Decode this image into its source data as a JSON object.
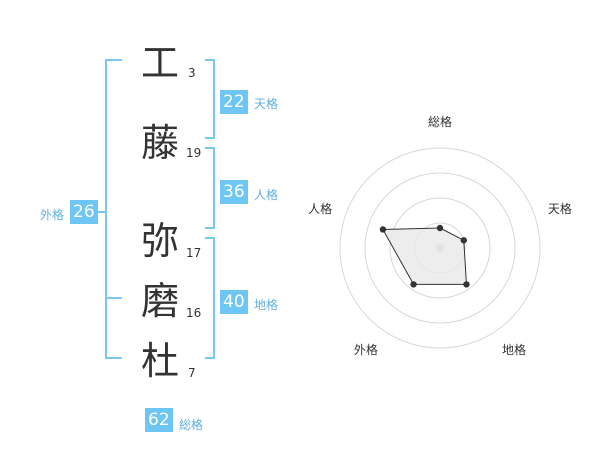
{
  "name": {
    "chars": [
      {
        "char": "工",
        "strokes": "3"
      },
      {
        "char": "藤",
        "strokes": "19"
      },
      {
        "char": "弥",
        "strokes": "17"
      },
      {
        "char": "磨",
        "strokes": "16"
      },
      {
        "char": "杜",
        "strokes": "7"
      }
    ]
  },
  "fortunes": {
    "tenkaku": {
      "value": "22",
      "label": "天格"
    },
    "jinkaku": {
      "value": "36",
      "label": "人格"
    },
    "chikaku": {
      "value": "40",
      "label": "地格"
    },
    "gaikaku": {
      "value": "26",
      "label": "外格"
    },
    "soukaku": {
      "value": "62",
      "label": "総格"
    }
  },
  "chart_data": {
    "type": "radar",
    "axes": [
      "総格",
      "天格",
      "地格",
      "外格",
      "人格"
    ],
    "values": [
      0.2,
      0.25,
      0.45,
      0.45,
      0.6
    ],
    "range": [
      0,
      1
    ],
    "rings": 4,
    "colors": {
      "ring": "#d8d8d8",
      "fill": "#e9e9e9",
      "line": "#333333",
      "accent": "#6ec6f5"
    }
  }
}
